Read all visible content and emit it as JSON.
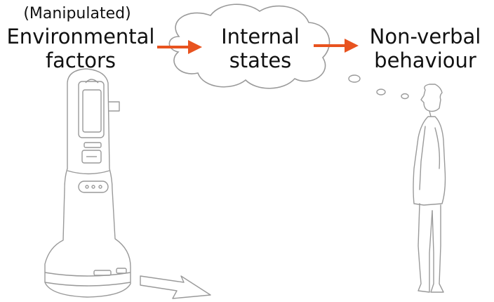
{
  "labels": {
    "env_note": "(Manipulated)",
    "env_line1": "Environmental",
    "env_line2": "factors",
    "internal_line1": "Internal",
    "internal_line2": "states",
    "behaviour_line1": "Non-verbal",
    "behaviour_line2": "behaviour"
  },
  "colors": {
    "arrow": "#E8531F",
    "sketch_line": "#9a9a9a",
    "text": "#111111"
  },
  "icons": [
    "thought-cloud-icon",
    "robot-sketch",
    "person-sketch",
    "floor-arrow-icon"
  ]
}
